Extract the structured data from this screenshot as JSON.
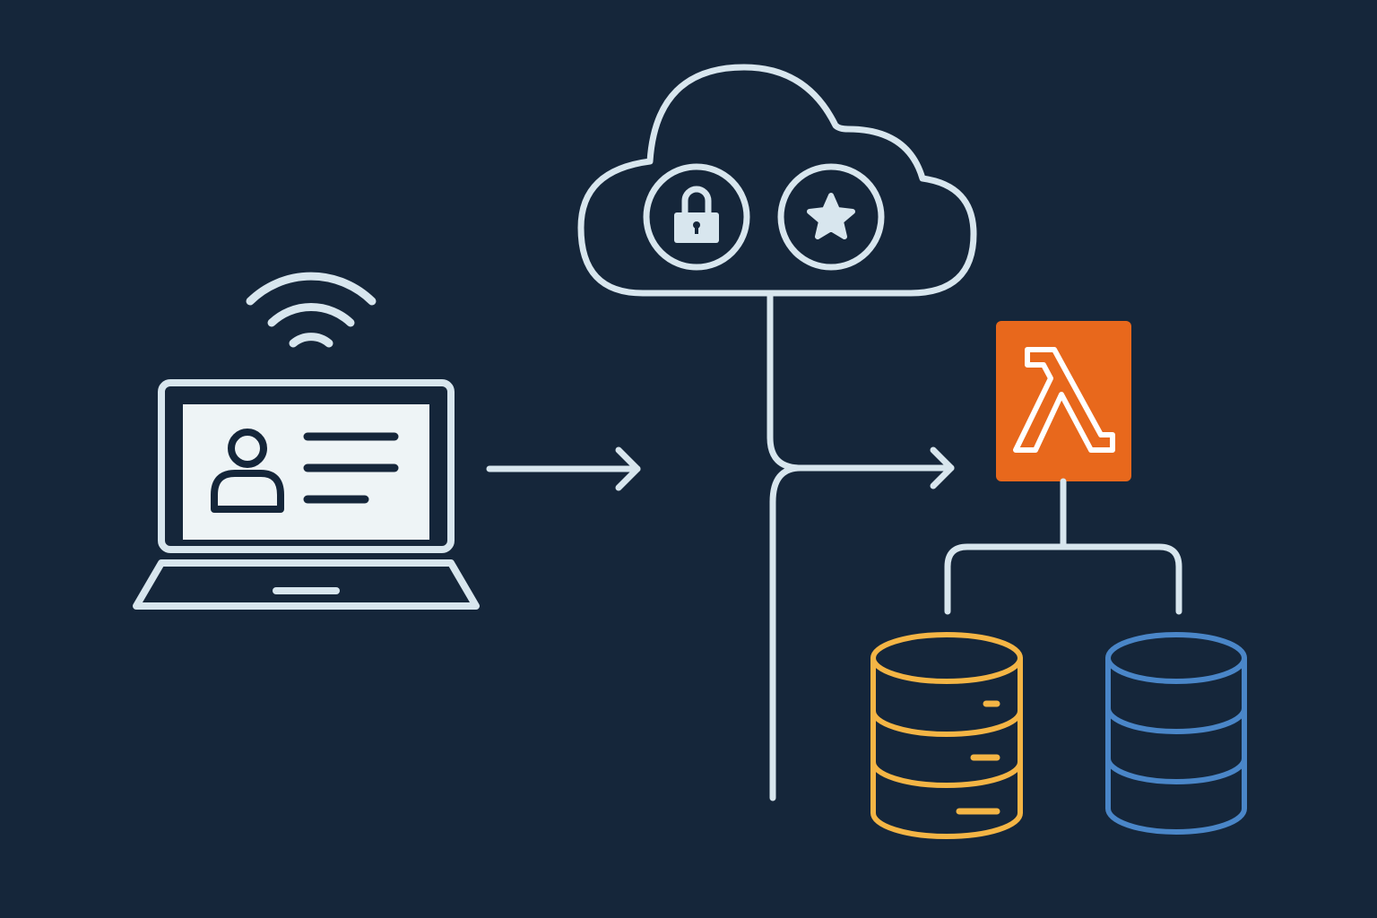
{
  "colors": {
    "background": "#15263a",
    "line": "#d8e6ee",
    "screen_fill": "#eef4f6",
    "screen_ink": "#15263a",
    "lambda_orange": "#e8681c",
    "db_yellow": "#f4b545",
    "db_blue": "#4a86c8"
  },
  "nodes": {
    "client": {
      "icon": "laptop-icon",
      "screen_content": "user-profile-card",
      "signal_icon": "wifi-icon"
    },
    "cloud": {
      "icon": "cloud-icon",
      "badges": [
        "lock-icon",
        "star-icon"
      ]
    },
    "function": {
      "icon": "lambda-icon"
    },
    "databases": [
      {
        "icon": "database-icon",
        "color": "#f4b545"
      },
      {
        "icon": "database-icon",
        "color": "#4a86c8"
      }
    ]
  },
  "edges": [
    {
      "from": "client",
      "to": "cloud-backbone",
      "style": "arrow"
    },
    {
      "from": "cloud",
      "to": "cloud-backbone",
      "style": "line"
    },
    {
      "from": "cloud-backbone",
      "to": "function",
      "style": "arrow"
    },
    {
      "from": "function",
      "to": "databases",
      "style": "branch"
    }
  ]
}
